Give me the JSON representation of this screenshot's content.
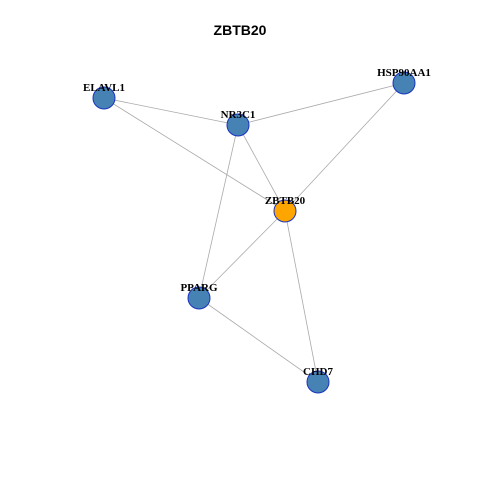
{
  "title": "ZBTB20",
  "colors": {
    "background": "#ffffff",
    "node_default": "#4682b4",
    "node_focus": "#ffa500",
    "node_border": "#1a33bf",
    "edge": "#aaaaaa"
  },
  "nodes": [
    {
      "id": "ELAVL1",
      "label": "ELAVL1",
      "focus": false
    },
    {
      "id": "HSP90AA1",
      "label": "HSP90AA1",
      "focus": false
    },
    {
      "id": "NR3C1",
      "label": "NR3C1",
      "focus": false
    },
    {
      "id": "ZBTB20",
      "label": "ZBTB20",
      "focus": true
    },
    {
      "id": "PPARG",
      "label": "PPARG",
      "focus": false
    },
    {
      "id": "CHD7",
      "label": "CHD7",
      "focus": false
    }
  ],
  "edges": [
    {
      "source": "ELAVL1",
      "target": "NR3C1"
    },
    {
      "source": "ELAVL1",
      "target": "ZBTB20"
    },
    {
      "source": "HSP90AA1",
      "target": "NR3C1"
    },
    {
      "source": "HSP90AA1",
      "target": "ZBTB20"
    },
    {
      "source": "NR3C1",
      "target": "ZBTB20"
    },
    {
      "source": "NR3C1",
      "target": "PPARG"
    },
    {
      "source": "ZBTB20",
      "target": "PPARG"
    },
    {
      "source": "ZBTB20",
      "target": "CHD7"
    },
    {
      "source": "PPARG",
      "target": "CHD7"
    }
  ]
}
